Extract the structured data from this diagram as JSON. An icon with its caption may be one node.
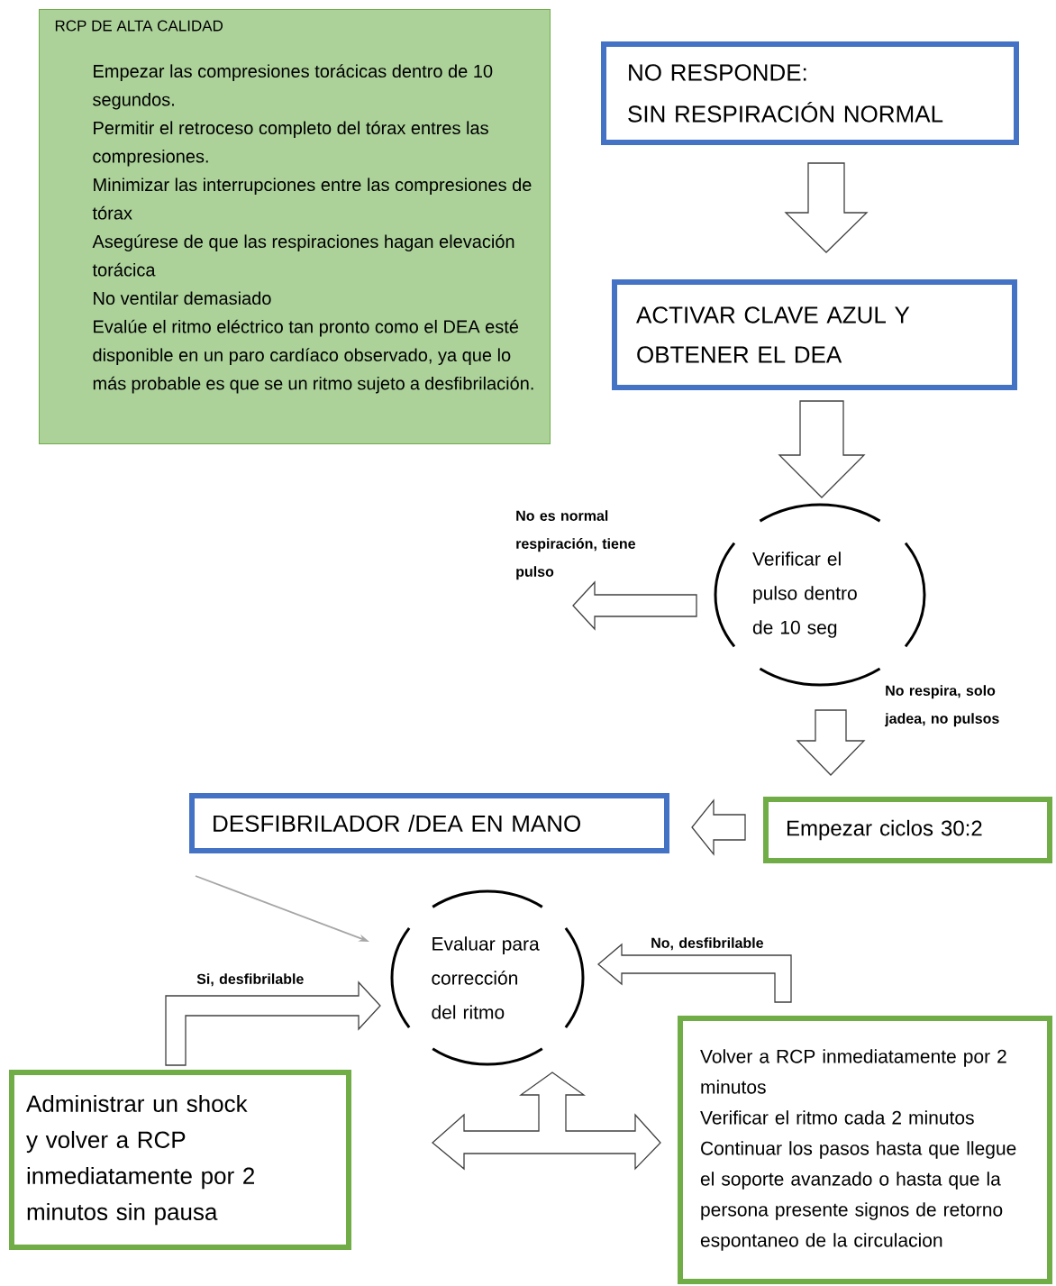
{
  "diagram": {
    "nodes": [
      {
        "text": [
          "RCP DE ALTA CALIDAD",
          "Empezar las compresiones torácicas dentro de 10 segundos.",
          "Permitir el retroceso completo del tórax entres las compresiones.",
          "Minimizar las interrupciones entre las compresiones de tórax",
          "Asegúrese de que las respiraciones hagan elevación torácica",
          "No ventilar demasiado",
          "Evalúe el ritmo eléctrico tan pronto como el DEA esté disponible en un paro cardíaco observado, ya que lo más probable es que se un ritmo sujeto a desfibrilación."
        ]
      },
      {
        "text": [
          "NO RESPONDE:",
          "SIN RESPIRACIÓN NORMAL"
        ]
      },
      {
        "text": [
          "ACTIVAR CLAVE AZUL Y OBTENER EL DEA"
        ]
      },
      {
        "text": [
          "Verificar el pulso dentro de 10 seg"
        ]
      },
      {
        "text": [
          "DESFIBRILADOR  /DEA EN MANO"
        ]
      },
      {
        "text": [
          "Empezar ciclos 30:2"
        ]
      },
      {
        "text": [
          "Evaluar para corrección del ritmo"
        ]
      },
      {
        "text": [
          "Administrar un shock y volver a RCP inmediatamente por 2 minutos sin pausa"
        ]
      },
      {
        "text": [
          "Volver a RCP inmediatamente por 2 minutos",
          "Verificar el ritmo cada 2 minutos",
          "Continuar los pasos hasta que llegue el soporte avanzado o hasta que la persona presente signos de retorno espontaneo de la circulacion"
        ]
      }
    ],
    "edges": [
      {
        "from": 1,
        "to": 2,
        "arrow": "to"
      },
      {
        "from": 2,
        "to": 3,
        "arrow": "to"
      },
      {
        "from": 3,
        "to": null,
        "arrow": "to",
        "label": "No es normal respiración, tiene pulso"
      },
      {
        "from": 3,
        "to": 5,
        "arrow": "to",
        "label": "No respira, solo jadea, no pulsos"
      },
      {
        "from": 5,
        "to": 4,
        "arrow": "to"
      },
      {
        "from": 4,
        "to": 6,
        "arrow": "to",
        "color": "#a6a6a6"
      },
      {
        "from": 7,
        "to": 6,
        "arrow": "to",
        "label": "Si, desfibrilable"
      },
      {
        "from": 8,
        "to": 6,
        "arrow": "to",
        "label": "No, desfibrilable"
      },
      {
        "from": 7,
        "to": 8,
        "arrow": "both"
      },
      {
        "from": null,
        "to": 6,
        "arrow": "to"
      }
    ]
  }
}
